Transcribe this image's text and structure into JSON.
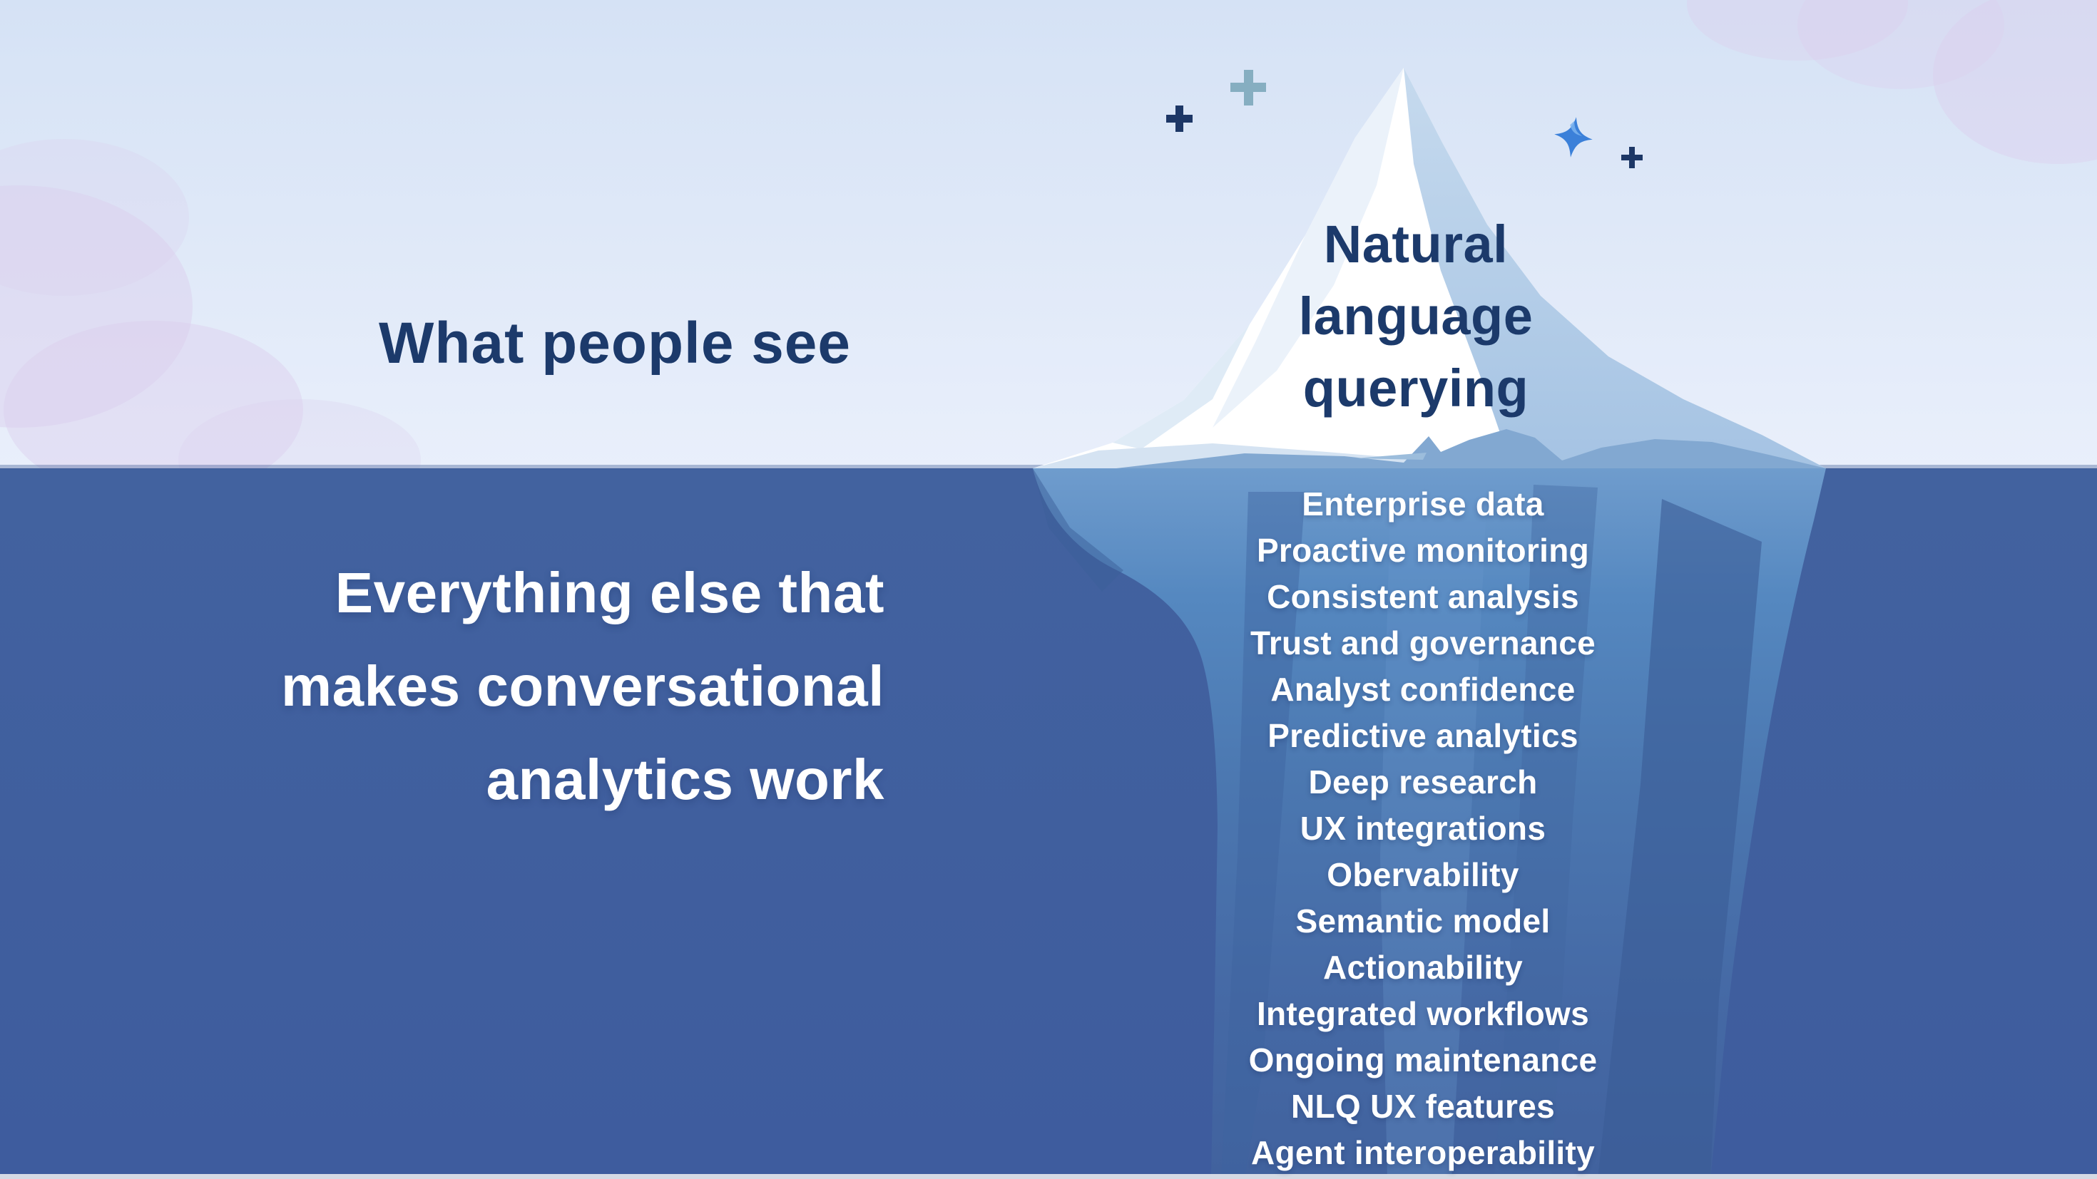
{
  "above_water": {
    "heading": "What people see",
    "iceberg_tip_heading": {
      "line1": "Natural",
      "line2": "language",
      "line3": "querying"
    }
  },
  "below_water": {
    "heading": {
      "line1": "Everything else that",
      "line2": "makes conversational",
      "line3": "analytics work"
    },
    "hidden_items": [
      "Enterprise data",
      "Proactive monitoring",
      "Consistent analysis",
      "Trust and governance",
      "Analyst confidence",
      "Predictive analytics",
      "Deep research",
      "UX integrations",
      "Obervability",
      "Semantic model",
      "Actionability",
      "Integrated workflows",
      "Ongoing maintenance",
      "NLQ UX features",
      "Agent interoperability"
    ]
  },
  "decorations": {
    "icons": [
      "plus-icon-teal",
      "plus-icon-navy",
      "sparkle-star-icon",
      "plus-icon-navy-small"
    ]
  },
  "colors": {
    "sky_top": "#d5e2f5",
    "sky_bottom": "#e9effb",
    "water_top": "#42629f",
    "water_bottom": "#3e5c9e",
    "iceberg_white": "#ffffff",
    "iceberg_shade_blue": "#b0cbe8",
    "iceberg_foreground_band": "#82a8d1",
    "underwater_iceberg_top": "#6f9ccd",
    "underwater_iceberg_bottom": "#41629e",
    "navy_text": "#1c3a6b",
    "white_text": "#ffffff",
    "teal_plus": "#86aec1",
    "navy_plus": "#1d3766",
    "sparkle_blue": "#3b80d9",
    "cloud_lavender": "#dccfee",
    "bottom_strip": "#d5dae4"
  }
}
